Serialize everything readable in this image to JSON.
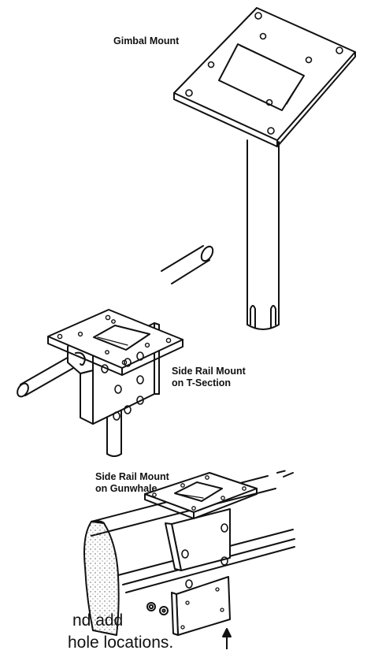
{
  "labels": {
    "gimbal_mount": "Gimbal Mount",
    "side_rail_tsection_line1": "Side Rail Mount",
    "side_rail_tsection_line2": "on T-Section",
    "side_rail_gunwhale_line1": "Side Rail Mount",
    "side_rail_gunwhale_line2": "on Gunwhale"
  },
  "caption": {
    "line1": "nd add",
    "line2": "hole locations."
  },
  "colors": {
    "ink": "#111111",
    "paper": "#ffffff"
  }
}
